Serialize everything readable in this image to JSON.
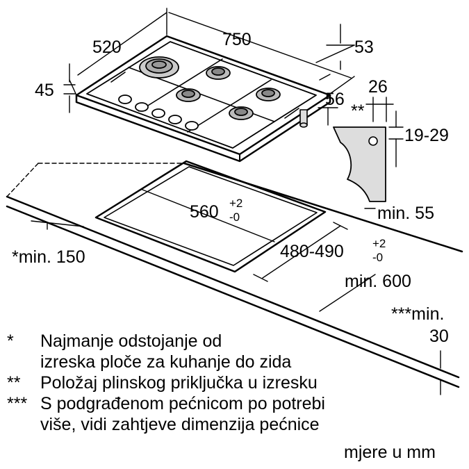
{
  "dimensions": {
    "width": "750",
    "depth": "520",
    "height": "45",
    "top_offset": "53",
    "connector_offset": "56",
    "side_offset": "26",
    "worktop_thickness": "19-29",
    "cutout_width": "560",
    "cutout_depth": "480-490",
    "tol_plus": "+2",
    "tol_minus": "-0",
    "min_front": "min. 55",
    "min_worktop": "min. 600",
    "min_wall": "*min. 150",
    "min_oven": "***min.",
    "min_oven_value": "30"
  },
  "notes": {
    "mark_1": "*",
    "note_1_line_1": "Najmanje odstojanje od",
    "note_1_line_2": "izreska ploče za kuhanje do zida",
    "mark_2": "**",
    "note_2": "Položaj plinskog priključka u izresku",
    "mark_3": "***",
    "note_3_line_1": "S podgrađenom pećnicom po potrebi",
    "note_3_line_2": "više, vidi zahtjeve dimenzija pećnice",
    "units": "mjere u mm"
  }
}
